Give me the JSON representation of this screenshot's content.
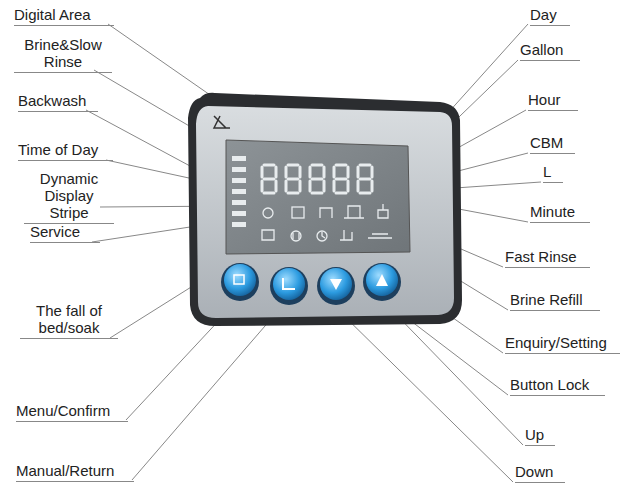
{
  "diagram": {
    "labels": [
      "Digital Area",
      "Brine&Slow Rinse",
      "Backwash",
      "Time of Day",
      "Dynamic Display Stripe",
      "Service",
      "The fall of bed/soak",
      "Menu/Confirm",
      "Manual/Return",
      "Day",
      "Gallon",
      "Hour",
      "CBM",
      "L",
      "Minute",
      "Fast Rinse",
      "Brine Refill",
      "Enquiry/Setting",
      "Button Lock",
      "Up",
      "Down"
    ]
  }
}
